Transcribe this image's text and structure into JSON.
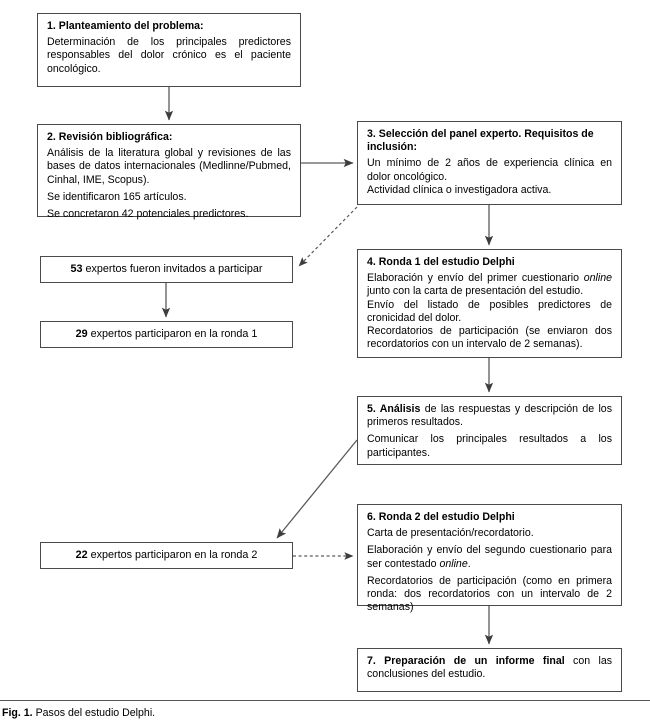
{
  "figure": {
    "caption_label": "Fig. 1.",
    "caption_text": "Pasos del estudio Delphi.",
    "line_color": "#4a4a4a",
    "background": "#ffffff"
  },
  "boxes": {
    "box1": {
      "heading": "1. Planteamiento del problema:",
      "body": "Determinación de los principales predictores responsables del dolor crónico es el paciente oncológico."
    },
    "box2": {
      "heading": "2. Revisión bibliográfica:",
      "body1": "Análisis de la literatura global y revisiones de las bases de datos internacionales (Medlinne/Pubmed, Cinhal, IME, Scopus).",
      "body2": "Se identificaron 165 artículos.",
      "body3": "Se concretaron 42 potenciales predictores."
    },
    "box3": {
      "heading": "3. Selección del panel experto. Requisitos de inclusión:",
      "body1": "Un mínimo de 2 años de experiencia clínica en dolor oncológico.",
      "body2": "Actividad clínica o investigadora activa."
    },
    "box4": {
      "heading": "4. Ronda 1 del estudio Delphi",
      "body1_a": "Elaboración y envío del primer cuestionario ",
      "body1_em": "online",
      "body1_b": " junto con la carta de presentación del estudio.",
      "body2": "Envío del listado de posibles predictores de cronicidad del dolor.",
      "body3": "Recordatorios de participación (se enviaron dos recordatorios con un intervalo de 2 semanas)."
    },
    "box5": {
      "heading_num": "5.",
      "heading_bold": " Análisis",
      "heading_rest": " de las respuestas y descripción de los primeros resultados.",
      "body2": "Comunicar los principales resultados a los participantes."
    },
    "box6": {
      "heading": "6. Ronda 2 del estudio Delphi",
      "body1": "Carta de presentación/recordatorio.",
      "body2_a": "Elaboración y envío del segundo cuestionario para ser contestado ",
      "body2_em": "online",
      "body2_b": ".",
      "body3": "Recordatorios de participación (como en primera ronda: dos recordatorios con un intervalo de 2 semanas)"
    },
    "box7": {
      "heading_bold": "7. Preparación de un informe final",
      "heading_rest": " con las conclusiones del estudio."
    },
    "box53": {
      "count": "53",
      "label": " expertos fueron invitados a participar"
    },
    "box29": {
      "count": "29",
      "label": " expertos participaron en la ronda 1"
    },
    "box22": {
      "count": "22",
      "label": " expertos participaron en la ronda 2"
    }
  },
  "connectors": [
    {
      "name": "box1-to-box2",
      "style": "solid",
      "direction": "down"
    },
    {
      "name": "box2-to-box3",
      "style": "solid",
      "direction": "right"
    },
    {
      "name": "box3-to-box53",
      "style": "dotted",
      "direction": "diagonal-down-left"
    },
    {
      "name": "box53-to-box29",
      "style": "solid",
      "direction": "down"
    },
    {
      "name": "box3-to-box4",
      "style": "solid",
      "direction": "down"
    },
    {
      "name": "box4-to-box5",
      "style": "solid",
      "direction": "down"
    },
    {
      "name": "box5-to-box22",
      "style": "solid",
      "direction": "diagonal-down-left"
    },
    {
      "name": "box22-to-box6",
      "style": "dotted",
      "direction": "right"
    },
    {
      "name": "box6-to-box7",
      "style": "solid",
      "direction": "down"
    }
  ]
}
